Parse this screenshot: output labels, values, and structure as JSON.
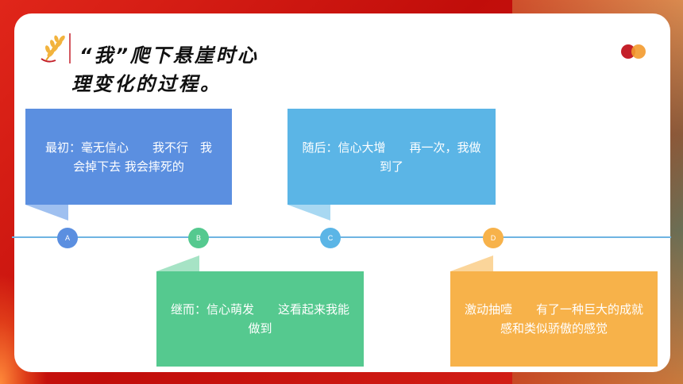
{
  "slide": {
    "title_line1": "“我”爬下悬崖时心",
    "title_line2": "理变化的过程。"
  },
  "timeline": {
    "markers": [
      {
        "label": "A",
        "color": "#5b8fe0"
      },
      {
        "label": "B",
        "color": "#55c98f"
      },
      {
        "label": "C",
        "color": "#5bb5e6"
      },
      {
        "label": "D",
        "color": "#f7b24a"
      }
    ],
    "stages": [
      {
        "text": "最初：毫无信心　　我不行　我会掉下去 我会摔死的",
        "color": "#5b8fe0"
      },
      {
        "text": "继而：信心萌发　　这看起来我能做到",
        "color": "#55c98f"
      },
      {
        "text": "随后：信心大增　　再一次，我做到了",
        "color": "#5bb5e6"
      },
      {
        "text": "激动抽噎　　有了一种巨大的成就感和类似骄傲的感觉",
        "color": "#f7b24a"
      }
    ]
  },
  "icons": {
    "logo": "wheat-icon",
    "decoration": "dots-icon"
  },
  "colors": {
    "background": "#c8140f",
    "card": "#ffffff",
    "timeline_line": "#6fb4e2"
  }
}
